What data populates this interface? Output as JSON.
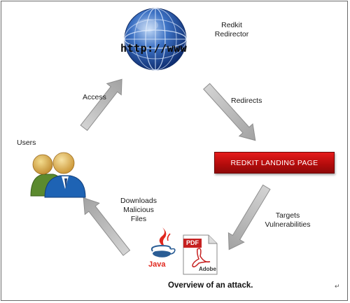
{
  "nodes": {
    "redirector": {
      "label_line1": "Redkit",
      "label_line2": "Redirector",
      "globe_text": "http://www"
    },
    "landing_page": {
      "label": "REDKIT  LANDING PAGE"
    },
    "users": {
      "label": "Users"
    },
    "files": {
      "java_label": "Java",
      "pdf_badge": "PDF",
      "adobe_label": "Adobe"
    }
  },
  "edges": {
    "access": {
      "label": "Access"
    },
    "redirects": {
      "label": "Redirects"
    },
    "targets": {
      "label_line1": "Targets",
      "label_line2": "Vulnerabilities"
    },
    "downloads": {
      "label_line1": "Downloads",
      "label_line2": "Malicious",
      "label_line3": "Files"
    }
  },
  "caption": "Overview of an attack.",
  "paragraph_mark": "↵",
  "colors": {
    "arrow_fill": "#b9b9b9",
    "arrow_stroke": "#8e8e8e",
    "globe_blue": "#2c5aa6",
    "landing_red": "#c41616",
    "java_red": "#e0271e",
    "pdf_red": "#c62121"
  },
  "icons": [
    "globe-icon",
    "users-icon",
    "java-icon",
    "pdf-icon"
  ]
}
